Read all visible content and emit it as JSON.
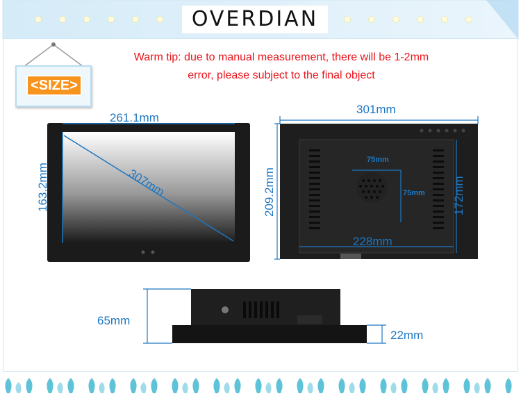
{
  "brand": "OVERDIAN",
  "sign_label": "<SIZE>",
  "tip_line1": "Warm tip: due to manual measurement, there will be 1-2mm",
  "tip_line2": "error, please subject to the final object",
  "front": {
    "width": "261.1mm",
    "height": "163.2mm",
    "diagonal": "307mm"
  },
  "back": {
    "width": "301mm",
    "height": "209.2mm",
    "inner_height": "172mm",
    "inner_width": "228mm",
    "vesa_h": "75mm",
    "vesa_v": "75mm"
  },
  "side": {
    "depth": "65mm",
    "thin": "22mm"
  },
  "colors": {
    "dimension": "#1d77c2",
    "tip": "#e8151b",
    "sign": "#f7941d",
    "frame": "#cfe6f5"
  }
}
